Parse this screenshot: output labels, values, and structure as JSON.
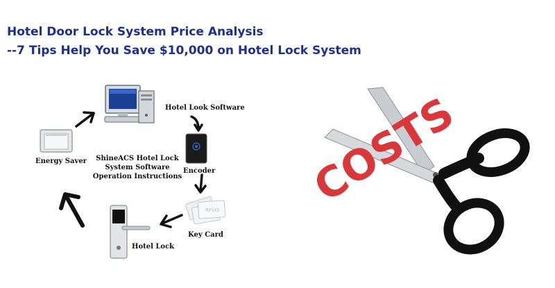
{
  "header": {
    "line1": "Hotel Door Lock System Price Analysis",
    "line2": "--7 Tips Help You Save $10,000 on Hotel Lock System"
  },
  "diagram": {
    "software_label": "Hotel Look Software",
    "encoder_label": "Encoder",
    "energy_saver_label": "Energy Saver",
    "key_card_label": "Key Card",
    "hotel_lock_label": "Hotel Lock",
    "center_text": [
      "ShineACS Hotel Lock",
      "System Software",
      "Operation Instructions"
    ],
    "card_text": "RFVIS"
  },
  "illustration": {
    "word": "COSTS",
    "word_color": "#d9373a",
    "scissor_handle_color": "#111111"
  }
}
